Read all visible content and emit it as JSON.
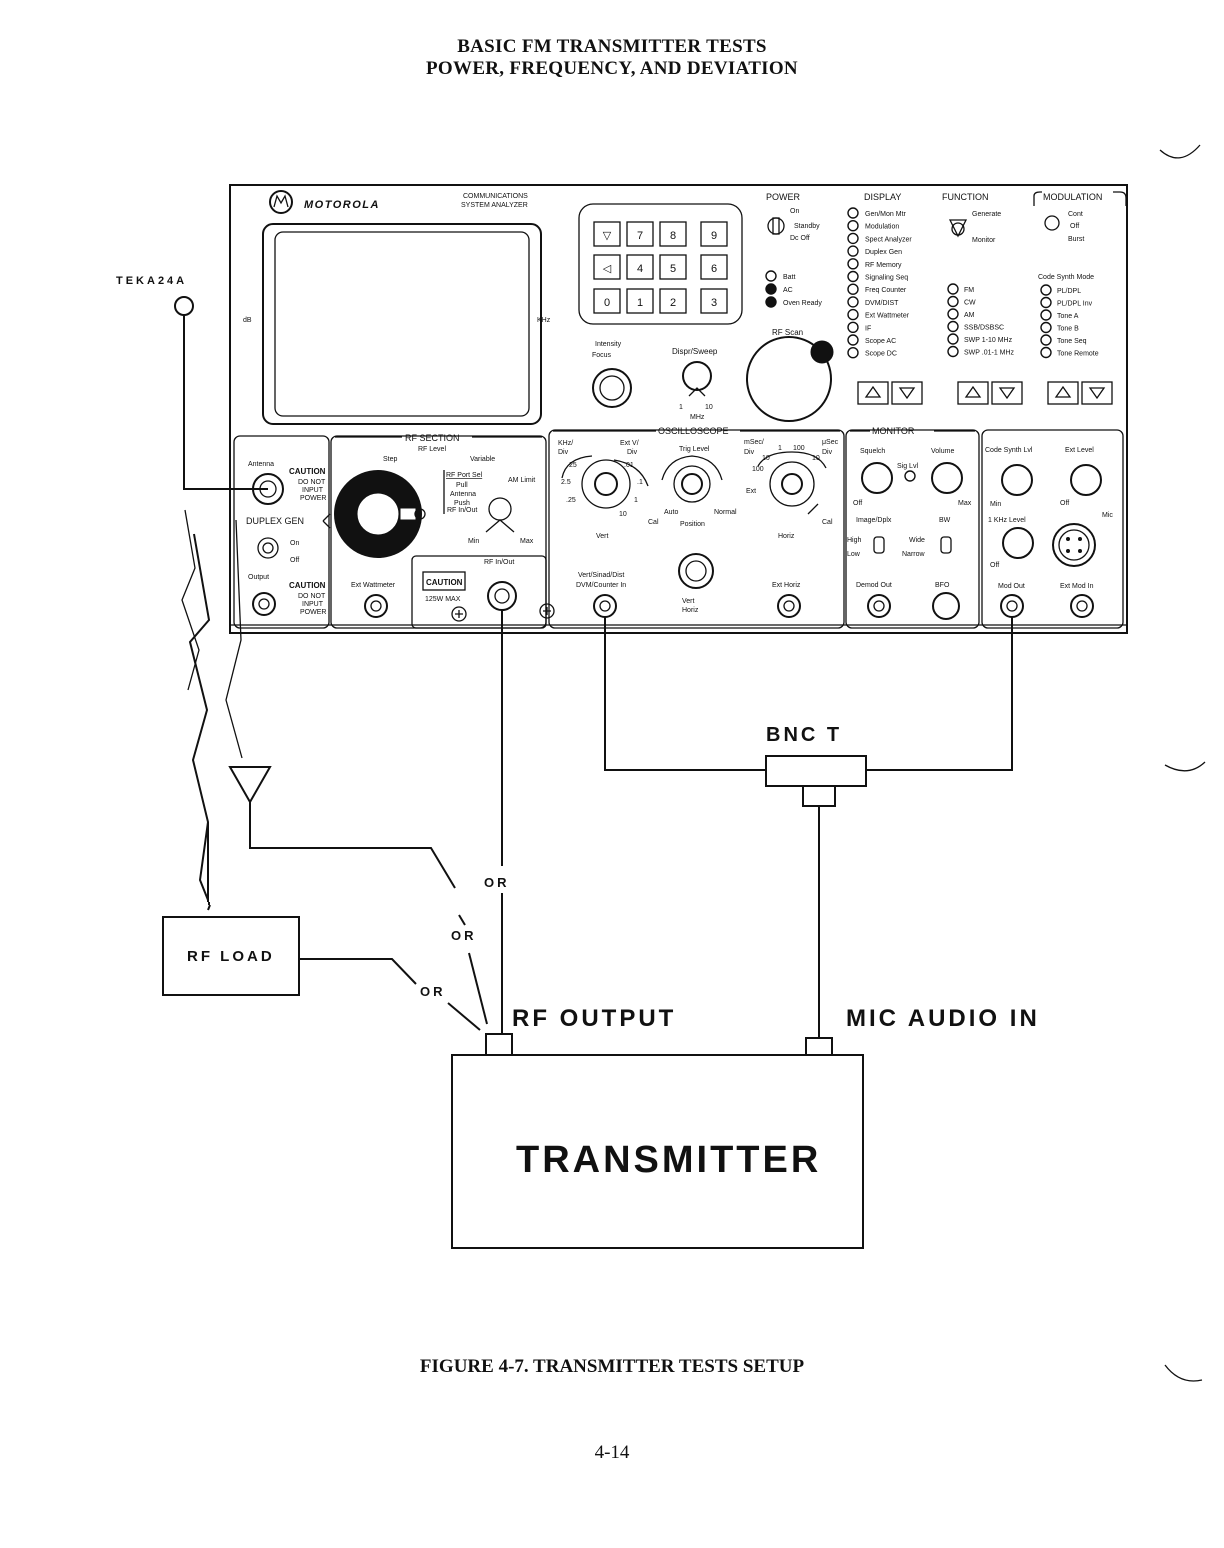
{
  "header": {
    "line1": "BASIC FM TRANSMITTER TESTS",
    "line2": "POWER, FREQUENCY, AND DEVIATION"
  },
  "caption": "FIGURE 4-7.   TRANSMITTER TESTS SETUP",
  "page_number": "4-14",
  "labels": {
    "teka": "TEKA24A",
    "bnc_t": "BNC T",
    "rf_load": "RF LOAD",
    "or": "OR",
    "rf_output": "RF OUTPUT",
    "mic_audio_in": "MIC AUDIO IN",
    "transmitter": "TRANSMITTER"
  },
  "analyzer": {
    "brand": "MOTOROLA",
    "subtitle1": "COMMUNICATIONS",
    "subtitle2": "SYSTEM ANALYZER",
    "screen_db": "dB",
    "screen_khz": "KHz",
    "keypad": [
      "▽",
      "7",
      "8",
      "9",
      "◁",
      "4",
      "5",
      "6",
      "0",
      "1",
      "2",
      "3"
    ],
    "status": [
      "Batt",
      "AC",
      "Oven Ready"
    ],
    "rf_scan": "RF Scan",
    "intensity": "Intensity",
    "focus": "Focus",
    "dispr_sweep": "Dispr/Sweep",
    "dial_1": "1",
    "dial_10": "10",
    "mhz": "MHz",
    "power": {
      "title": "POWER",
      "on": "On",
      "standby": "Standby",
      "dc_off": "Dc Off"
    },
    "display": {
      "title": "DISPLAY",
      "items": [
        "Gen/Mon Mtr",
        "Modulation",
        "Spect Analyzer",
        "Duplex Gen",
        "RF Memory",
        "Signaling Seq",
        "Freq Counter",
        "DVM/DIST",
        "Ext Wattmeter",
        "IF",
        "Scope AC",
        "Scope DC"
      ]
    },
    "function": {
      "title": "FUNCTION",
      "generate": "Generate",
      "monitor": "Monitor",
      "items": [
        "FM",
        "CW",
        "AM",
        "SSB/DSBSC",
        "SWP 1-10 MHz",
        "SWP .01-1 MHz"
      ]
    },
    "modulation": {
      "title": "MODULATION",
      "cont": "Cont",
      "off": "Off",
      "burst": "Burst",
      "code_synth_mode": "Code Synth Mode",
      "items": [
        "PL/DPL",
        "PL/DPL Inv",
        "Tone A",
        "Tone B",
        "Tone Seq",
        "Tone Remote"
      ]
    },
    "rf_section": {
      "title": "RF SECTION",
      "rf_level": "RF Level",
      "step": "Step",
      "variable": "Variable",
      "port_sel": "RF Port Sel",
      "pull": "Pull",
      "antenna": "Antenna",
      "push": "Push",
      "rf_in_out": "RF In/Out",
      "am_limit": "AM Limit",
      "min": "Min",
      "max": "Max",
      "rf_in_out2": "RF In/Out",
      "ext_wattmeter": "Ext Wattmeter",
      "caution": "CAUTION",
      "max_125w": "125W MAX"
    },
    "left": {
      "antenna": "Antenna",
      "caution1": "CAUTION",
      "dn1": "DO NOT",
      "dn2": "INPUT",
      "dn3": "POWER",
      "duplex_gen": "DUPLEX GEN",
      "on": "On",
      "off": "Off",
      "output": "Output",
      "caution2": "CAUTION",
      "dn4": "DO NOT",
      "dn5": "INPUT",
      "dn6": "POWER"
    },
    "oscilloscope": {
      "title": "OSCILLOSCOPE",
      "khz_div": "KHz/",
      "div1": "Div",
      "ext_v": "Ext V/",
      "div2": "Div",
      "trig_level": "Trig Level",
      "msec": "mSec/",
      "usec": "μSec",
      "div3": "Div",
      "div4": "Div",
      "v25": "25",
      "v01": ".01",
      "v25b": "2.5",
      "v1": ".1",
      "v25c": ".25",
      "v1b": "1",
      "v10": "10",
      "vert": "Vert",
      "cal1": "Cal",
      "auto": "Auto",
      "normal": "Normal",
      "position": "Position",
      "ext": "Ext",
      "h1": "1",
      "h100": "100",
      "h10": "10",
      "h10b": "10",
      "h100b": "100",
      "horiz": "Horiz",
      "cal2": "Cal",
      "vsd": "Vert/Sinad/Dist",
      "dvm": "DVM/Counter In",
      "vert_sel": "Vert",
      "horiz_sel": "Horiz",
      "ext_horiz": "Ext Horiz"
    },
    "monitor": {
      "title": "MONITOR",
      "squelch": "Squelch",
      "volume": "Volume",
      "sig_lvl": "Sig Lvl",
      "off": "Off",
      "max": "Max",
      "image_dplx": "Image/Dplx",
      "bw": "BW",
      "high": "High",
      "low": "Low",
      "wide": "Wide",
      "narrow": "Narrow",
      "demod_out": "Demod Out",
      "bfo": "BFO"
    },
    "code": {
      "code_synth_lvl": "Code Synth Lvl",
      "ext_level": "Ext Level",
      "min": "Min",
      "off": "Off",
      "khz_level": "1 KHz Level",
      "off2": "Off",
      "mic": "Mic",
      "mod_out": "Mod Out",
      "ext_mod_in": "Ext Mod In"
    }
  }
}
